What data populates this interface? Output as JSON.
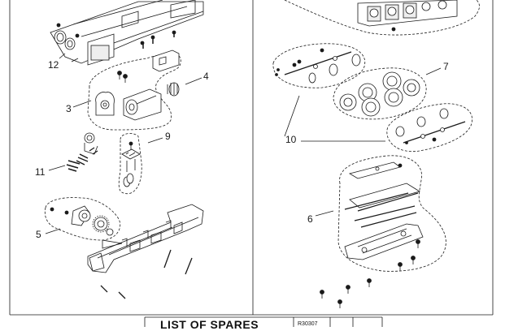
{
  "callouts": {
    "c12": "12",
    "c3": "3",
    "c4": "4",
    "c9": "9",
    "c11": "11",
    "c5": "5",
    "c10": "10",
    "c7": "7",
    "c6": "6"
  },
  "footer": {
    "title": "LIST OF SPARES",
    "code": "R30307"
  },
  "colors": {
    "line": "#1a1a1a",
    "paper": "#ffffff"
  }
}
